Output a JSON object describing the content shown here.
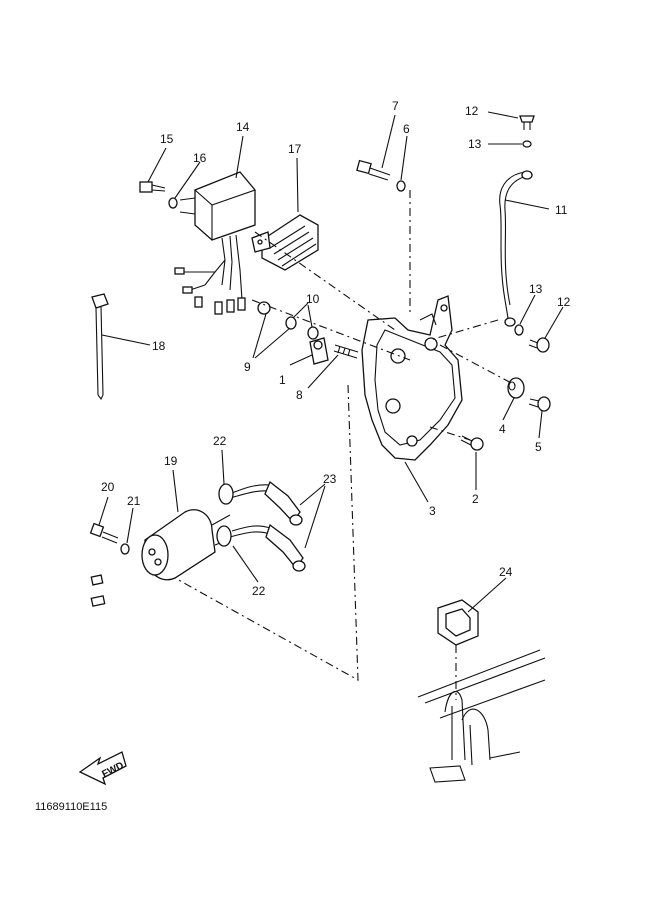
{
  "diagram": {
    "callouts": [
      {
        "id": "c1",
        "label": "1"
      },
      {
        "id": "c2",
        "label": "2"
      },
      {
        "id": "c3",
        "label": "3"
      },
      {
        "id": "c4",
        "label": "4"
      },
      {
        "id": "c5",
        "label": "5"
      },
      {
        "id": "c6",
        "label": "6"
      },
      {
        "id": "c7",
        "label": "7"
      },
      {
        "id": "c8",
        "label": "8"
      },
      {
        "id": "c9",
        "label": "9"
      },
      {
        "id": "c10",
        "label": "10"
      },
      {
        "id": "c11",
        "label": "11"
      },
      {
        "id": "c12a",
        "label": "12"
      },
      {
        "id": "c12b",
        "label": "12"
      },
      {
        "id": "c13a",
        "label": "13"
      },
      {
        "id": "c13b",
        "label": "13"
      },
      {
        "id": "c14",
        "label": "14"
      },
      {
        "id": "c15",
        "label": "15"
      },
      {
        "id": "c16",
        "label": "16"
      },
      {
        "id": "c17",
        "label": "17"
      },
      {
        "id": "c18",
        "label": "18"
      },
      {
        "id": "c19",
        "label": "19"
      },
      {
        "id": "c20",
        "label": "20"
      },
      {
        "id": "c21",
        "label": "21"
      },
      {
        "id": "c22a",
        "label": "22"
      },
      {
        "id": "c22b",
        "label": "22"
      },
      {
        "id": "c23",
        "label": "23"
      },
      {
        "id": "c24",
        "label": "24"
      }
    ],
    "direction_label": "FWD",
    "drawing_code": "11689110E115"
  }
}
